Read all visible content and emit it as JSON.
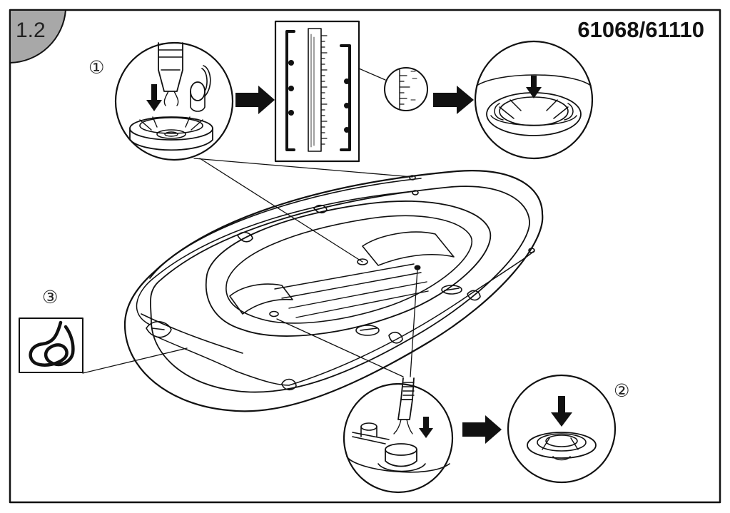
{
  "header": {
    "step_badge": "1.2",
    "model_number": "61068/61110"
  },
  "steps": [
    {
      "id": "step-1",
      "marker": "①"
    },
    {
      "id": "step-2",
      "marker": "②"
    },
    {
      "id": "step-3",
      "marker": "③"
    }
  ],
  "icons": [
    "boat-illustration",
    "valve-cap-icon",
    "down-arrow-icon",
    "right-arrow-icon",
    "ruler-icon",
    "rope-icon",
    "pump-hose-icon"
  ]
}
